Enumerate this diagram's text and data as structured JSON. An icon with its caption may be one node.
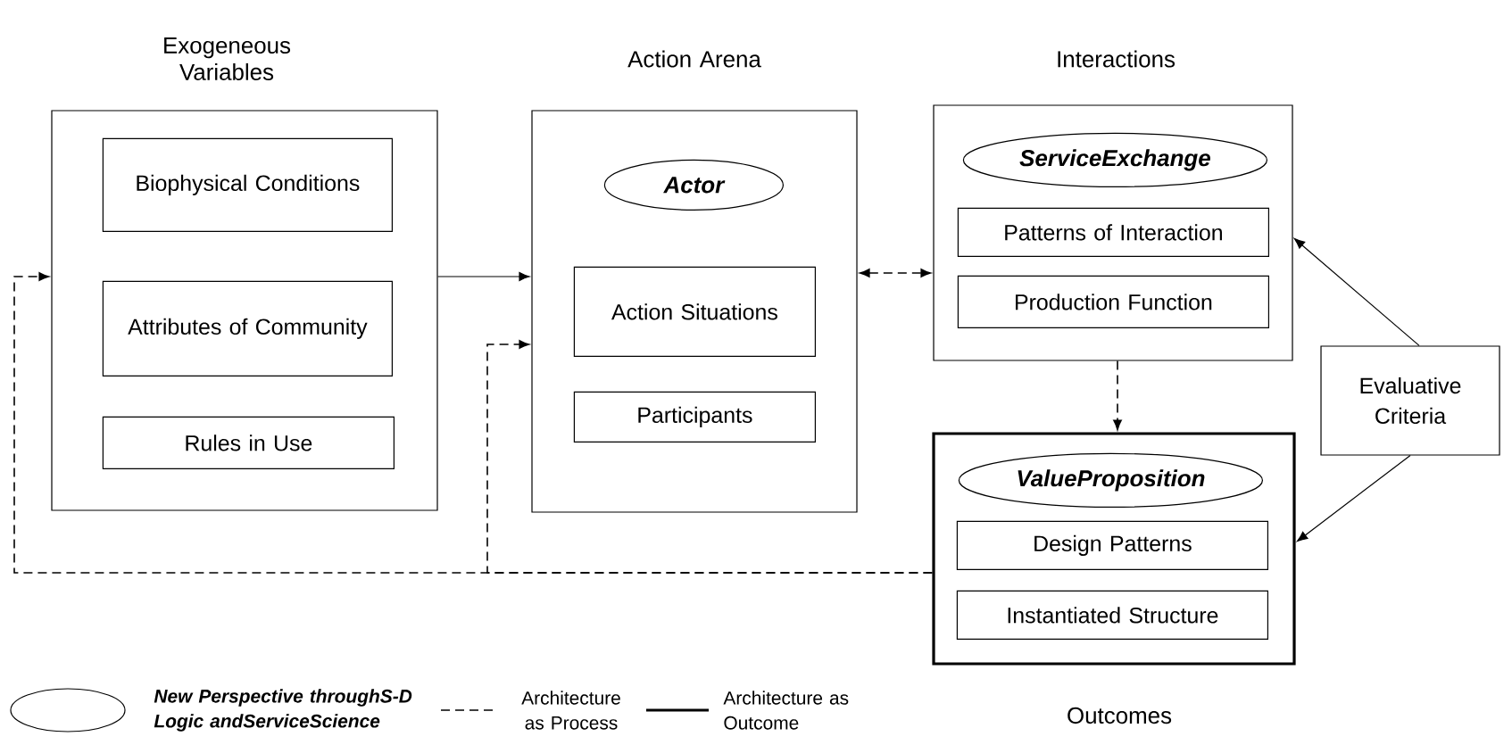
{
  "diagram": {
    "nodes": [
      {
        "text": [
          "Exogeneous Variables"
        ]
      },
      {
        "text": [
          "Biophysical Conditions"
        ],
        "in": 0
      },
      {
        "text": [
          "Attributes of Community"
        ],
        "in": 0
      },
      {
        "text": [
          "Rules in Use"
        ],
        "in": 0
      },
      {
        "text": [
          "Action Arena"
        ]
      },
      {
        "text": [
          "Actor"
        ],
        "in": 4
      },
      {
        "text": [
          "Action Situations"
        ],
        "in": 4
      },
      {
        "text": [
          "Participants"
        ],
        "in": 4
      },
      {
        "text": [
          "Interactions"
        ]
      },
      {
        "text": [
          "ServiceExchange"
        ],
        "in": 8
      },
      {
        "text": [
          "Patterns of Interaction"
        ],
        "in": 8
      },
      {
        "text": [
          "Production Function"
        ],
        "in": 8
      },
      {
        "text": [
          "Outcomes"
        ]
      },
      {
        "text": [
          "ValueProposition"
        ],
        "in": 12
      },
      {
        "text": [
          "Design Patterns"
        ],
        "in": 12
      },
      {
        "text": [
          "Instantiated Structure"
        ],
        "in": 12
      },
      {
        "text": [
          "Evaluative Criteria"
        ]
      }
    ],
    "edges": [
      {
        "from": 0,
        "to": 4,
        "arrow": "to"
      },
      {
        "from": 4,
        "to": 8,
        "arrow": "both",
        "style": "dashed"
      },
      {
        "from": 8,
        "to": 12,
        "arrow": "to",
        "style": "dashed"
      },
      {
        "from": 12,
        "to": 0,
        "arrow": "to",
        "style": "dashed"
      },
      {
        "from": 12,
        "to": 4,
        "arrow": "to",
        "style": "dashed"
      },
      {
        "from": 16,
        "to": 8,
        "arrow": "to"
      },
      {
        "from": 16,
        "to": 12,
        "arrow": "to"
      }
    ],
    "legend": [
      {
        "text": "New Perspective throughS-D Logic andServiceScience"
      },
      {
        "text": "Architecture as Process"
      },
      {
        "text": "Architecture as Outcome"
      }
    ]
  }
}
